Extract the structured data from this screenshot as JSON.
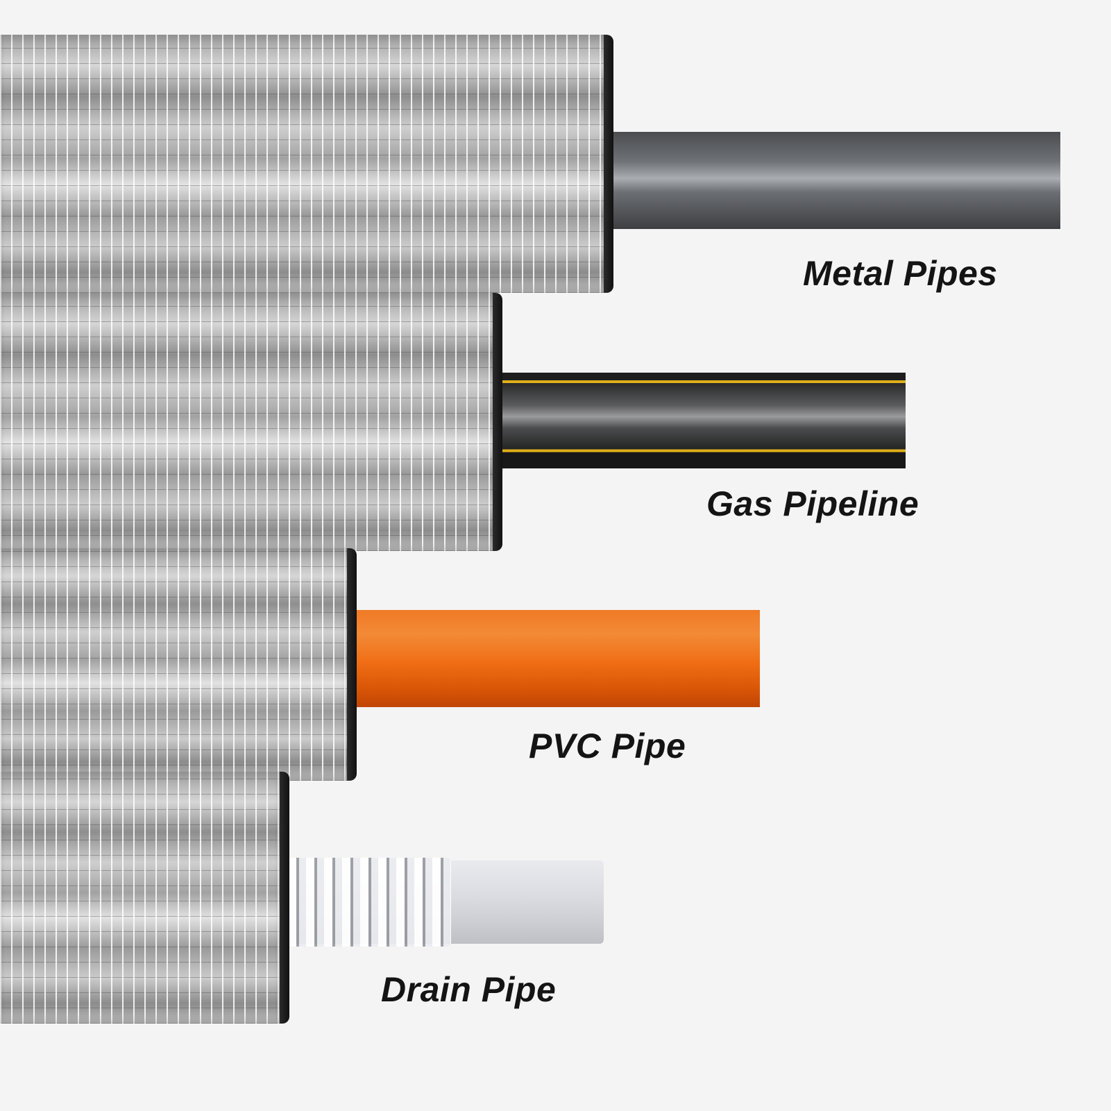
{
  "labels": {
    "metal": "Metal Pipes",
    "gas": "Gas Pipeline",
    "pvc": "PVC Pipe",
    "drain": "Drain Pipe"
  },
  "colors": {
    "background": "#f4f4f4",
    "metal_pipe": "#6e7175",
    "gas_pipe": "#2a2a2a",
    "gas_stripe": "#e8b81e",
    "pvc_pipe": "#f06d14",
    "drain_pipe": "#dcdde2",
    "foil": "#c8c8c8",
    "label_text": "#141414"
  }
}
